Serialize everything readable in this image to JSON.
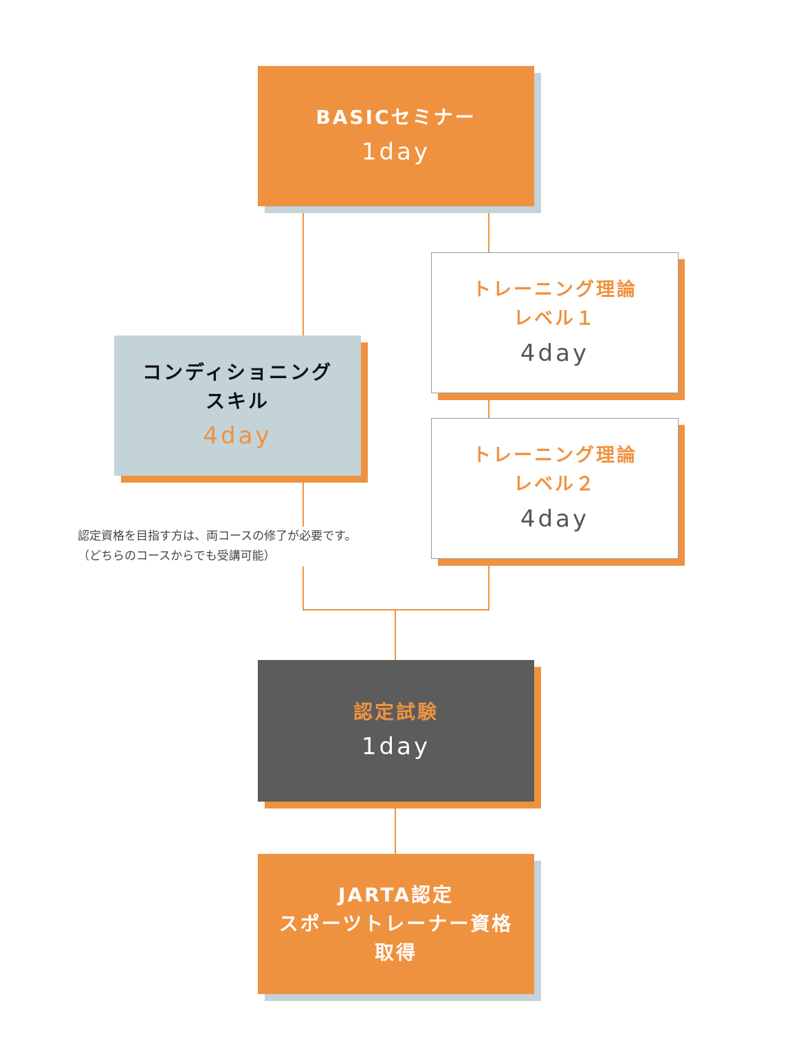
{
  "colors": {
    "orange": "#EF9240",
    "grey_blue": "#C3D3D7",
    "dark": "#5C5C5C"
  },
  "basic": {
    "title": "BASICセミナー",
    "duration": "1day"
  },
  "conditioning": {
    "title_line1": "コンディショニング",
    "title_line2": "スキル",
    "duration": "4day"
  },
  "training1": {
    "title_line1": "トレーニング理論",
    "title_line2": "レベル１",
    "duration": "4day"
  },
  "training2": {
    "title_line1": "トレーニング理論",
    "title_line2": "レベル２",
    "duration": "4day"
  },
  "note": {
    "line1": "認定資格を目指す方は、両コースの修了が必要です。",
    "line2": "（どちらのコースからでも受講可能）"
  },
  "exam": {
    "title": "認定試験",
    "duration": "1day"
  },
  "certification": {
    "line1": "JARTA認定",
    "line2": "スポーツトレーナー資格",
    "line3": "取得"
  }
}
